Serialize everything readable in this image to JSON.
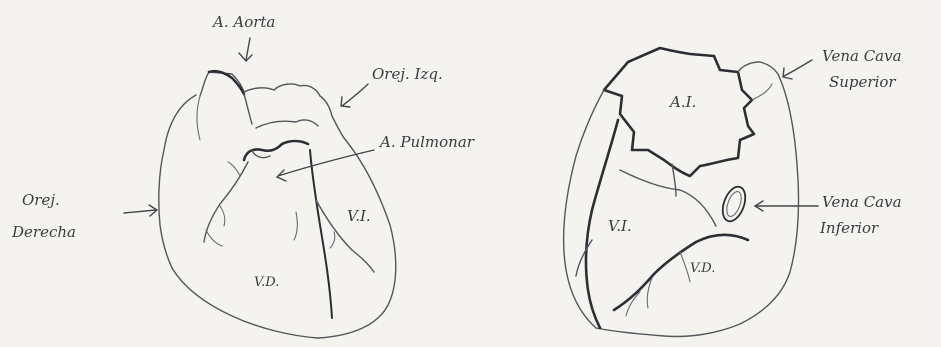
{
  "labels": {
    "aorta": "A. Aorta",
    "orej_izq": "Orej. Izq.",
    "a_pulmonar": "A. Pulmonar",
    "orej_derecha_line1": "Orej.",
    "orej_derecha_line2": "Derecha",
    "vi_anterior": "V.I.",
    "vd_anterior": "V.D.",
    "ai": "A.I.",
    "vena_cava_sup_line1": "Vena Cava",
    "vena_cava_sup_line2": "Superior",
    "vi_posterior": "V.I.",
    "vena_cava_inf_line1": "Vena Cava",
    "vena_cava_inf_line2": "Inferior",
    "vd_posterior": "V.D."
  },
  "colors": {
    "paper": "#f4f3f0",
    "ink": "#55555c",
    "ink_dark": "#2d2d33"
  }
}
